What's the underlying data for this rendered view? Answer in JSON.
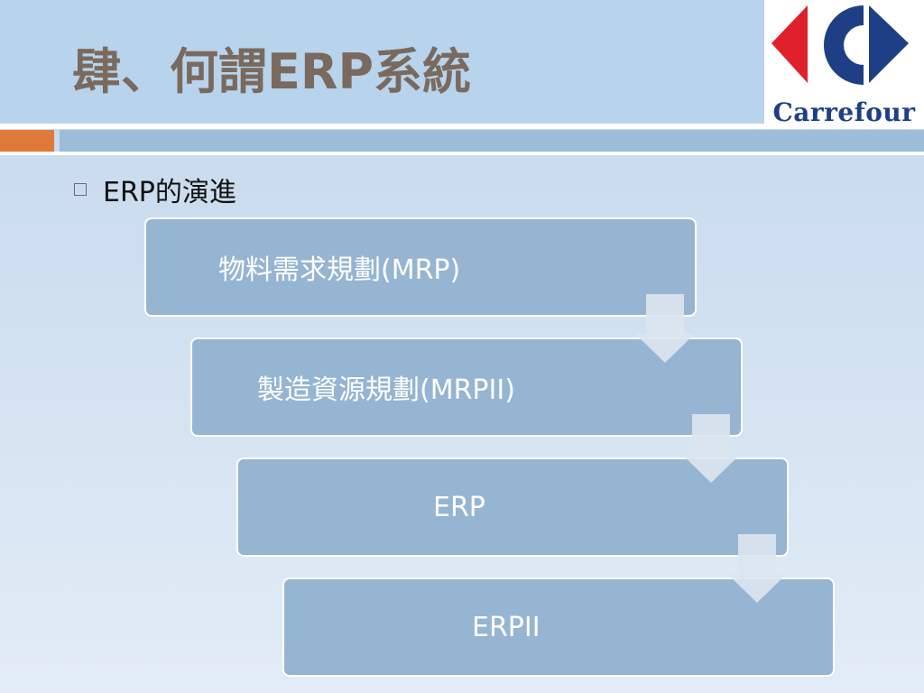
{
  "slide": {
    "title": "肆、何謂ERP系統",
    "logo_text": "Carrefour"
  },
  "bullet": {
    "text": "ERP的演進"
  },
  "steps": [
    {
      "label": "物料需求規劃(MRP)"
    },
    {
      "label": "製造資源規劃(MRPII)"
    },
    {
      "label": "ERP"
    },
    {
      "label": "ERPII"
    }
  ],
  "colors": {
    "header_band": "#b8d3ec",
    "title_text": "#7a6a5e",
    "accent_orange": "#e07a3a",
    "accent_bar": "#9cbcd8",
    "step_fill": "#95b5d2",
    "arrow_fill": "#dbe5ef",
    "logo_red": "#e0202a",
    "logo_blue": "#1e3f86"
  }
}
